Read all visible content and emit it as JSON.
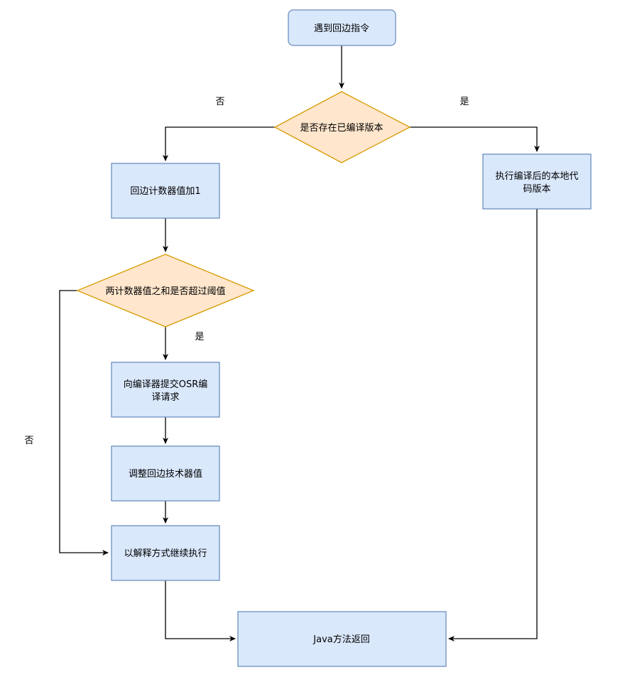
{
  "nodes": {
    "start": "遇到回边指令",
    "check_compiled": "是否存在已编译版本",
    "increment_counter": "回边计数器值加1",
    "run_native_line1": "执行编译后的本地代",
    "run_native_line2": "码版本",
    "check_threshold": "两计数器值之和是否超过阈值",
    "submit_osr_line1": "向编译器提交OSR编",
    "submit_osr_line2": "译请求",
    "adjust_counter": "调整回边技术器值",
    "interpret": "以解释方式继续执行",
    "return": "Java方法返回"
  },
  "edge_labels": {
    "compiled_no": "否",
    "compiled_yes": "是",
    "threshold_yes": "是",
    "threshold_no": "否"
  },
  "colors": {
    "process_fill": "#dae8fc",
    "process_stroke": "#6c8ebf",
    "decision_fill": "#ffe6cc",
    "decision_stroke": "#d79b00",
    "edge": "#000000"
  }
}
